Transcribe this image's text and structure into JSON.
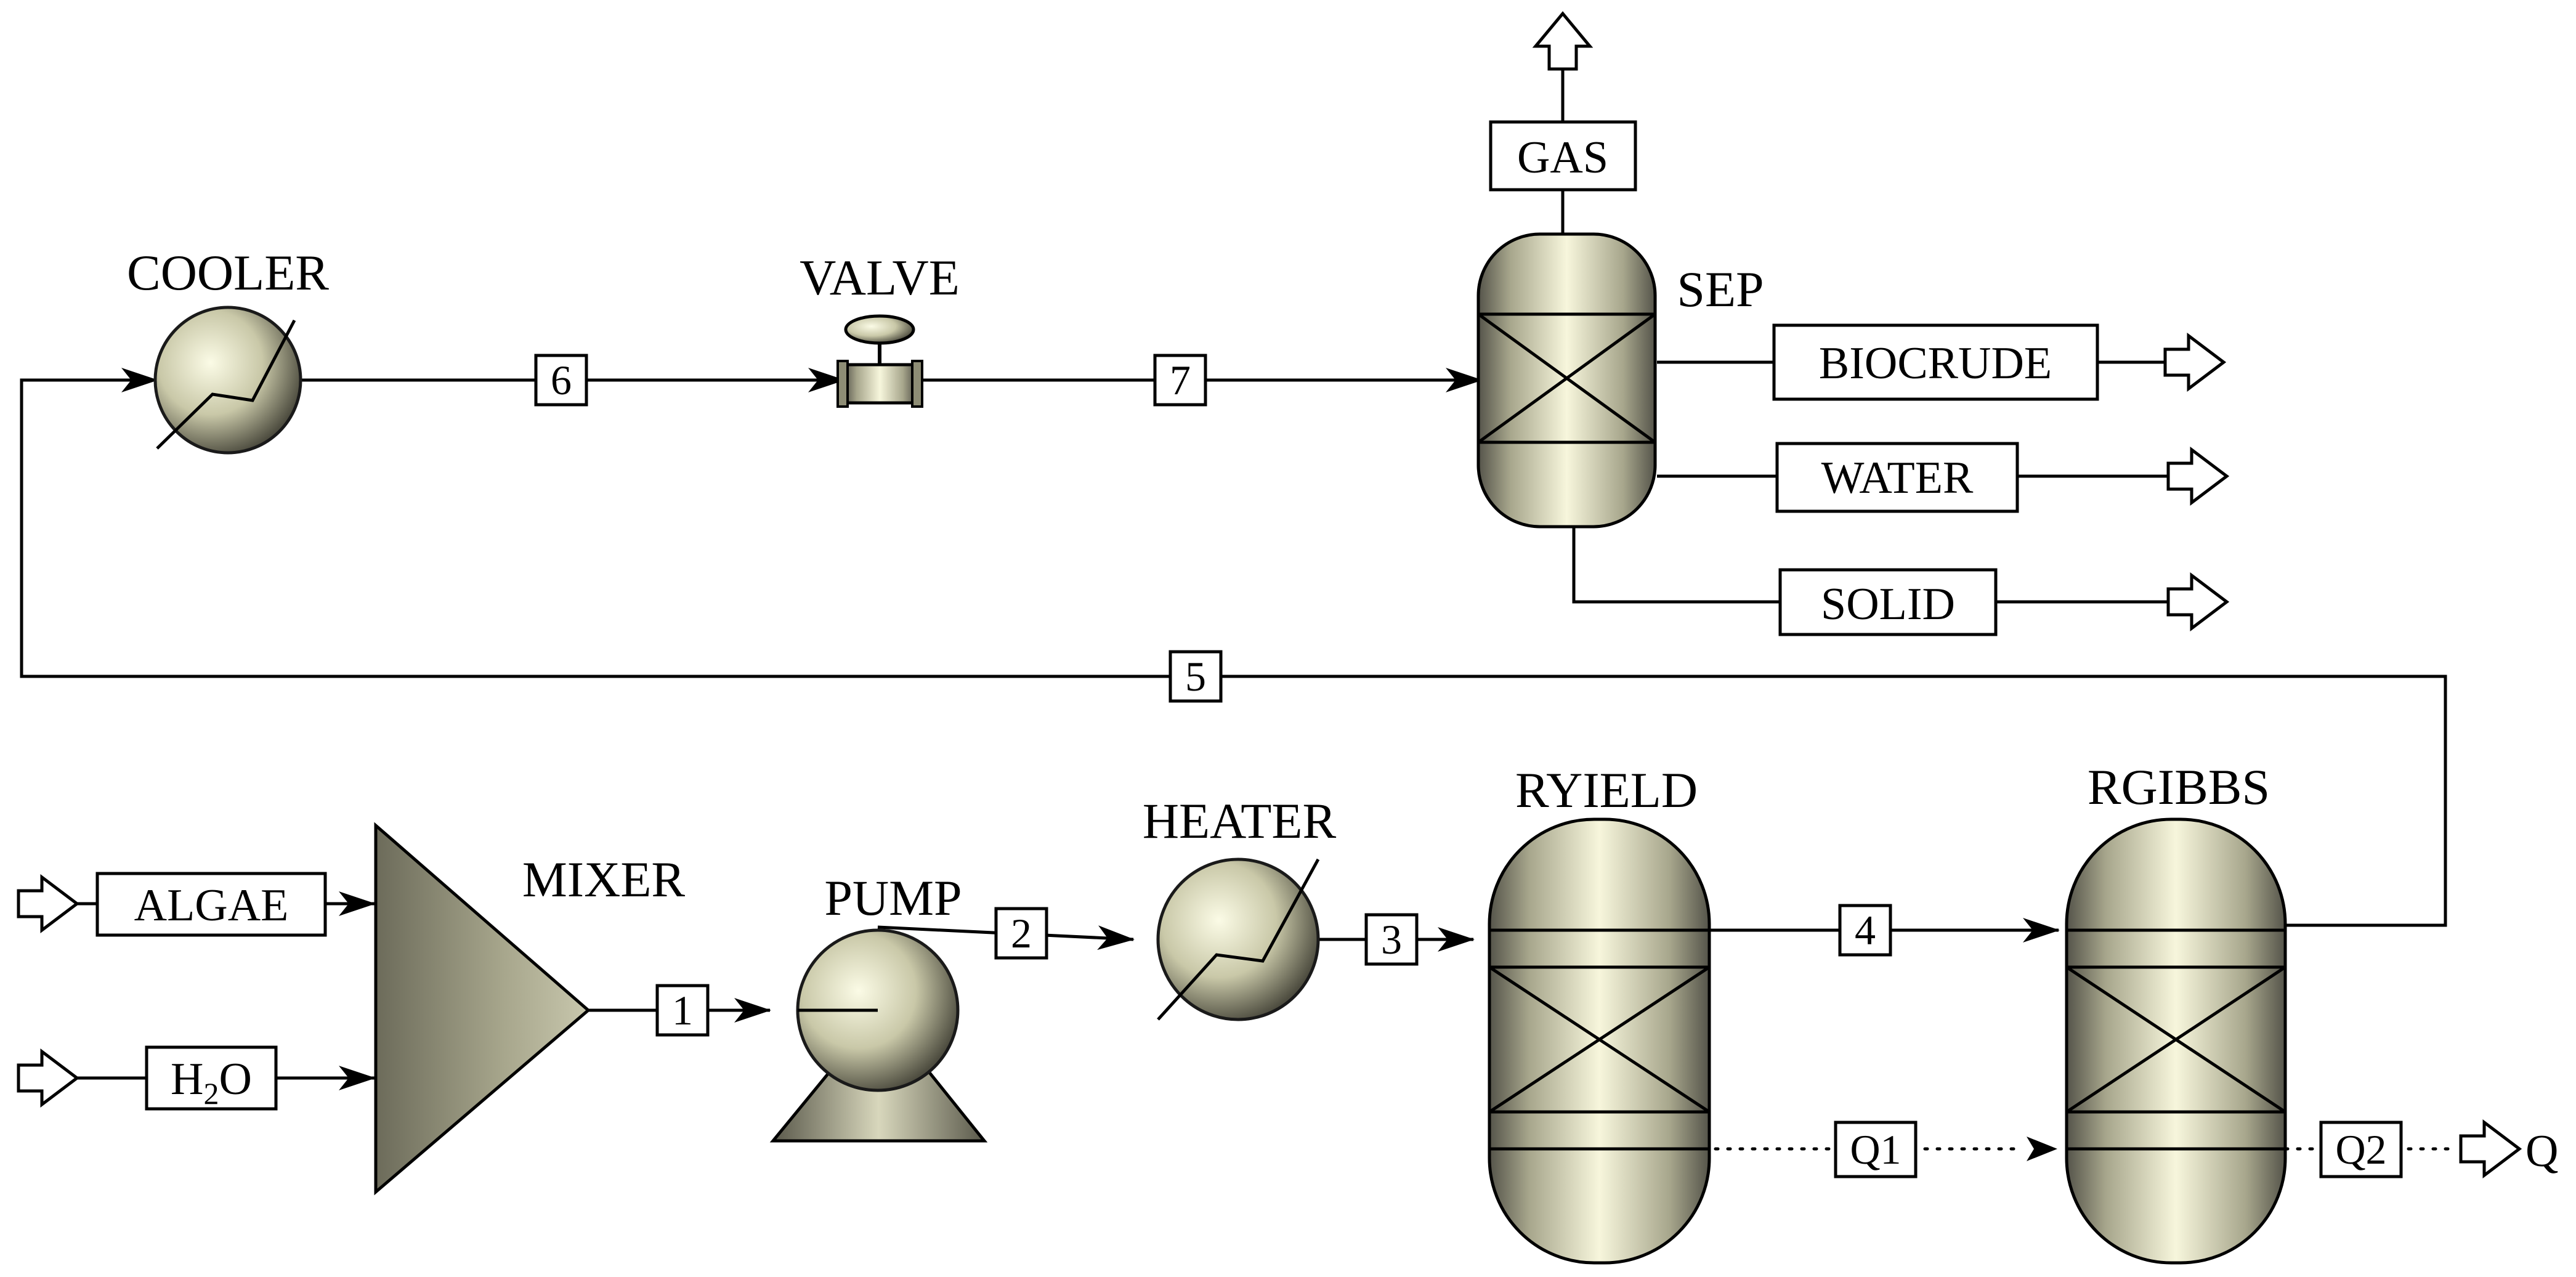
{
  "units": {
    "cooler": "COOLER",
    "valve": "VALVE",
    "sep": "SEP",
    "mixer": "MIXER",
    "pump": "PUMP",
    "heater": "HEATER",
    "ryield": "RYIELD",
    "rgibbs": "RGIBBS"
  },
  "streams": {
    "s1": "1",
    "s2": "2",
    "s3": "3",
    "s4": "4",
    "s5": "5",
    "s6": "6",
    "s7": "7",
    "q1": "Q1",
    "q2": "Q2",
    "q_out": "Q"
  },
  "feeds": {
    "algae": "ALGAE",
    "water_h": "H",
    "water_sub": "2",
    "water_o": "O"
  },
  "products": {
    "gas": "GAS",
    "biocrude": "BIOCRUDE",
    "water": "WATER",
    "solid": "SOLID"
  }
}
